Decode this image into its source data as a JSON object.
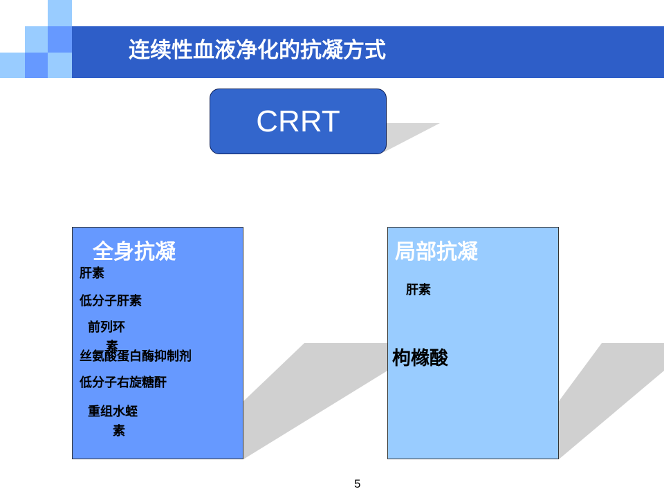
{
  "title": "连续性血液净化的抗凝方式",
  "center_box": "CRRT",
  "left_panel": {
    "title": "全身抗凝",
    "items": [
      "肝素",
      "低分子肝素",
      "前列环",
      "素",
      "丝氨酸蛋白酶抑制剂",
      "低分子右旋糖酐",
      "重组水蛭",
      "素"
    ]
  },
  "right_panel": {
    "title": "局部抗凝",
    "items": [
      "肝素",
      "枸橼酸"
    ]
  },
  "page_number": "5",
  "colors": {
    "title_bar": "#2e5ec8",
    "crrt_box": "#3366cc",
    "left_panel": "#6699ff",
    "right_panel": "#99ccff",
    "shadow": "#d0d0d0",
    "deco_light": "#99ccff",
    "deco_mid": "#6699ff"
  }
}
